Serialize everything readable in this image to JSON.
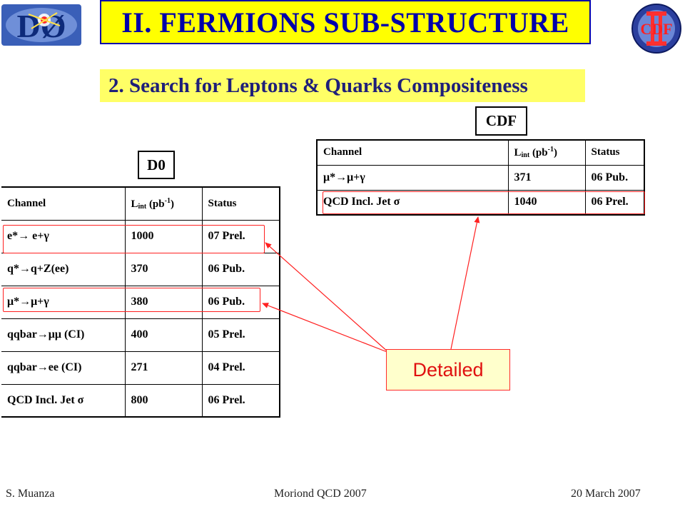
{
  "title": "II. FERMIONS SUB-STRUCTURE",
  "subtitle": "2. Search for Leptons & Quarks Compositeness",
  "logos": {
    "left_icon": "d0-logo-icon",
    "right_icon": "cdf-logo-icon",
    "right_text": "CDF",
    "left_text": "DØ"
  },
  "cdf": {
    "label": "CDF",
    "headers": {
      "channel": "Channel",
      "lint_prefix": "L",
      "lint_sub": "int",
      "lint_mid": " (pb",
      "lint_sup": "-1",
      "lint_end": ")",
      "status": "Status"
    },
    "rows": [
      {
        "channel": "μ*→μ+γ",
        "lint": "371",
        "status": "06 Pub."
      },
      {
        "channel": "QCD Incl. Jet σ",
        "lint": "1040",
        "status": "06 Prel."
      }
    ]
  },
  "d0": {
    "label": "D0",
    "headers": {
      "channel": "Channel",
      "lint_prefix": "L",
      "lint_sub": "int",
      "lint_mid": " (pb",
      "lint_sup": "-1",
      "lint_end": ")",
      "status": "Status"
    },
    "rows": [
      {
        "channel": "e*→ e+γ",
        "lint": "1000",
        "status": "07 Prel."
      },
      {
        "channel": "q*→q+Z(ee)",
        "lint": "370",
        "status": "06 Pub."
      },
      {
        "channel": "μ*→μ+γ",
        "lint": "380",
        "status": "06 Pub."
      },
      {
        "channel": "qqbar→μμ (CI)",
        "lint": "400",
        "status": "05 Prel."
      },
      {
        "channel": "qqbar→ee (CI)",
        "lint": "271",
        "status": "04 Prel."
      },
      {
        "channel": "QCD Incl. Jet σ",
        "lint": "800",
        "status": "06 Prel."
      }
    ]
  },
  "callout": {
    "label": "Detailed"
  },
  "footer": {
    "author": "S. Muanza",
    "conference": "Moriond QCD 2007",
    "date": "20 March 2007"
  },
  "colors": {
    "title_bg": "#ffff00",
    "title_text": "#0000aa",
    "subtitle_bg": "#ffff66",
    "highlight": "#ff2020",
    "callout_bg": "#ffffcc"
  }
}
